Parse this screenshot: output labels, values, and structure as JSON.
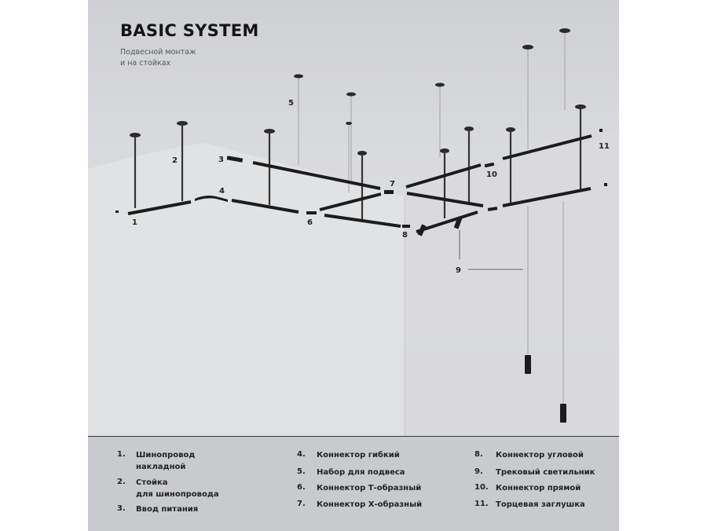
{
  "header": {
    "title": "BASIC SYSTEM",
    "subtitle_line1": "Подвесной монтаж",
    "subtitle_line2": "и на стойках"
  },
  "callouts": [
    "1",
    "2",
    "3",
    "4",
    "5",
    "6",
    "7",
    "8",
    "9",
    "10",
    "11"
  ],
  "legend": [
    {
      "num": "1.",
      "line1": "Шинопровод",
      "line2": "накладной"
    },
    {
      "num": "2.",
      "line1": "Стойка",
      "line2": "для шинопровода"
    },
    {
      "num": "3.",
      "line1": "Ввод питания"
    },
    {
      "num": "4.",
      "line1": "Коннектор гибкий"
    },
    {
      "num": "5.",
      "line1": "Набор для подвеса"
    },
    {
      "num": "6.",
      "line1": "Коннектор Т-образный"
    },
    {
      "num": "7.",
      "line1": "Коннектор Х-образный"
    },
    {
      "num": "8.",
      "line1": "Коннектор угловой"
    },
    {
      "num": "9.",
      "line1": "Трековый светильник"
    },
    {
      "num": "10.",
      "line1": "Коннектор прямой"
    },
    {
      "num": "11.",
      "line1": "Торцевая заглушка"
    }
  ],
  "colors": {
    "track": "#1c1c1c",
    "background": "#d6d7da",
    "legend_bg": "#c9cacd"
  }
}
